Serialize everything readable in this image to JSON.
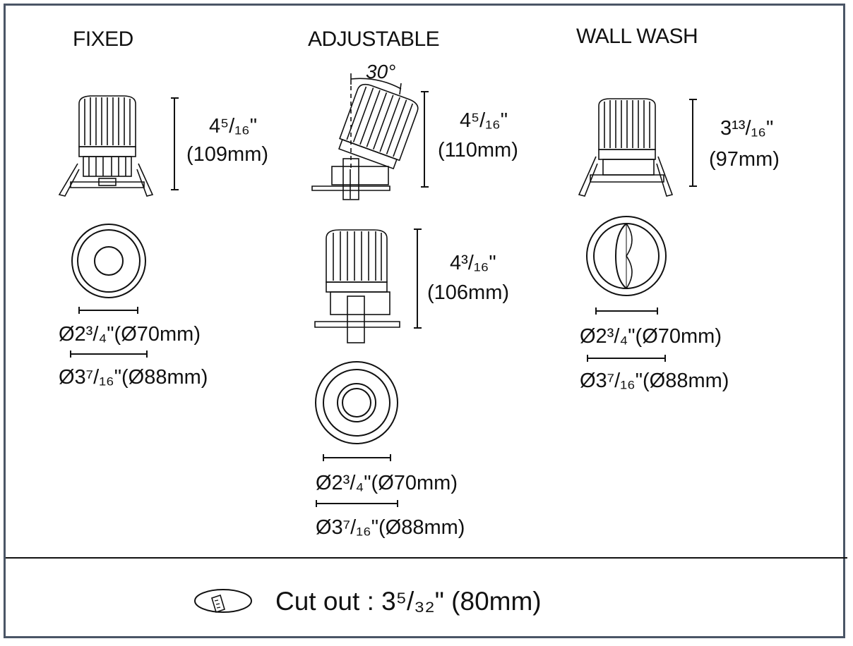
{
  "columns": {
    "fixed": {
      "title": "FIXED",
      "height_in": "4⁵/₁₆\"",
      "height_mm": "(109mm)",
      "inner_dia": "Ø2³/₄\"(Ø70mm)",
      "outer_dia": "Ø3⁷/₁₆\"(Ø88mm)"
    },
    "adjustable": {
      "title": "ADJUSTABLE",
      "tilt_angle": "30°",
      "tilted_height_in": "4⁵/₁₆\"",
      "tilted_height_mm": "(110mm)",
      "straight_height_in": "4³/₁₆\"",
      "straight_height_mm": "(106mm)",
      "inner_dia": "Ø2³/₄\"(Ø70mm)",
      "outer_dia": "Ø3⁷/₁₆\"(Ø88mm)"
    },
    "wall_wash": {
      "title": "WALL WASH",
      "height_in": "3¹³/₁₆\"",
      "height_mm": "(97mm)",
      "inner_dia": "Ø2³/₄\"(Ø70mm)",
      "outer_dia": "Ø3⁷/₁₆\"(Ø88mm)"
    }
  },
  "footer": {
    "icon": "saw-cutout-icon",
    "cutout_label": "Cut out : 3⁵/₃₂\" (80mm)"
  },
  "colors": {
    "frame": "#4a5566",
    "line": "#111111"
  }
}
